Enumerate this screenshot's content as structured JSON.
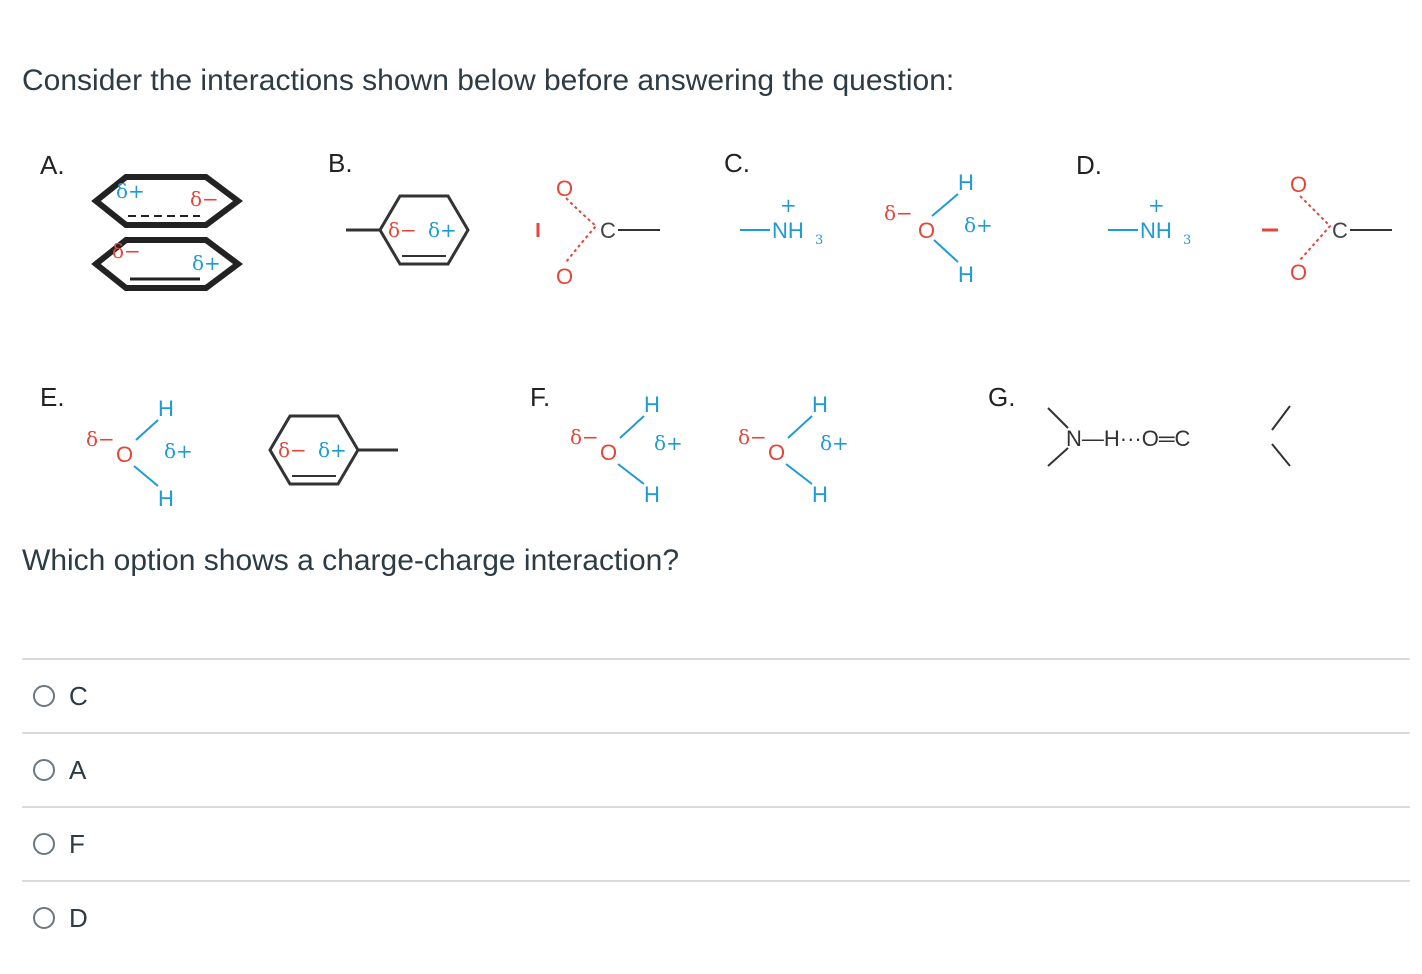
{
  "prompt": "Consider the interactions shown below before answering the question:",
  "question": "Which option shows a charge-charge interaction?",
  "figure": {
    "panels": [
      "A.",
      "B.",
      "C.",
      "D.",
      "E.",
      "F.",
      "G."
    ],
    "atoms": {
      "H": "H",
      "O": "O",
      "C": "C",
      "NH3": "NH",
      "NH3_sub": "3",
      "plus": "+",
      "minus": "−",
      "delta_plus": "δ+",
      "delta_minus": "δ−",
      "hbond": "N—H···O═C"
    }
  },
  "answers": [
    {
      "label": "C"
    },
    {
      "label": "A"
    },
    {
      "label": "F"
    },
    {
      "label": "D"
    }
  ],
  "colors": {
    "text": "#2d3b45",
    "blue": "#1e9bd7",
    "red": "#e4463a",
    "divider": "#d7dbde"
  }
}
